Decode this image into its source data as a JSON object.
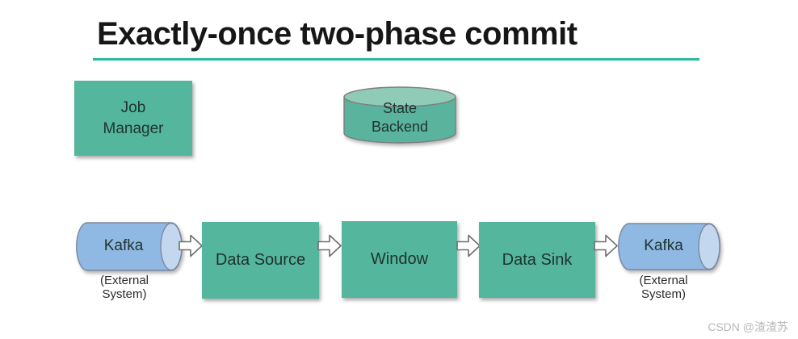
{
  "title": {
    "text": "Exactly-once two-phase commit"
  },
  "colors": {
    "teal_box": "#54b69c",
    "teal_cylinder_body": "#5ab39c",
    "teal_cylinder_top": "#90cbb8",
    "blue_cylinder_body": "#8fb9e3",
    "blue_cylinder_cap": "#c3d8ef",
    "underline": "#2bb9a1",
    "shape_border": "#7e7e7e",
    "dark_text": "#1f332e",
    "watermark_gray": "#b8b8b8"
  },
  "nodes": {
    "job_manager": {
      "label": "Job Manager",
      "lines": [
        "Job",
        "Manager"
      ]
    },
    "state_backend": {
      "label": "State Backend",
      "lines": [
        "State",
        "Backend"
      ]
    },
    "kafka_left": {
      "label": "Kafka",
      "external_lines": [
        "(External",
        "System)"
      ]
    },
    "data_source": {
      "label": "Data Source"
    },
    "window": {
      "label": "Window"
    },
    "data_sink": {
      "label": "Data Sink"
    },
    "kafka_right": {
      "label": "Kafka",
      "external_lines": [
        "(External",
        "System)"
      ]
    }
  },
  "watermark": {
    "text": "CSDN @渣渣苏"
  }
}
